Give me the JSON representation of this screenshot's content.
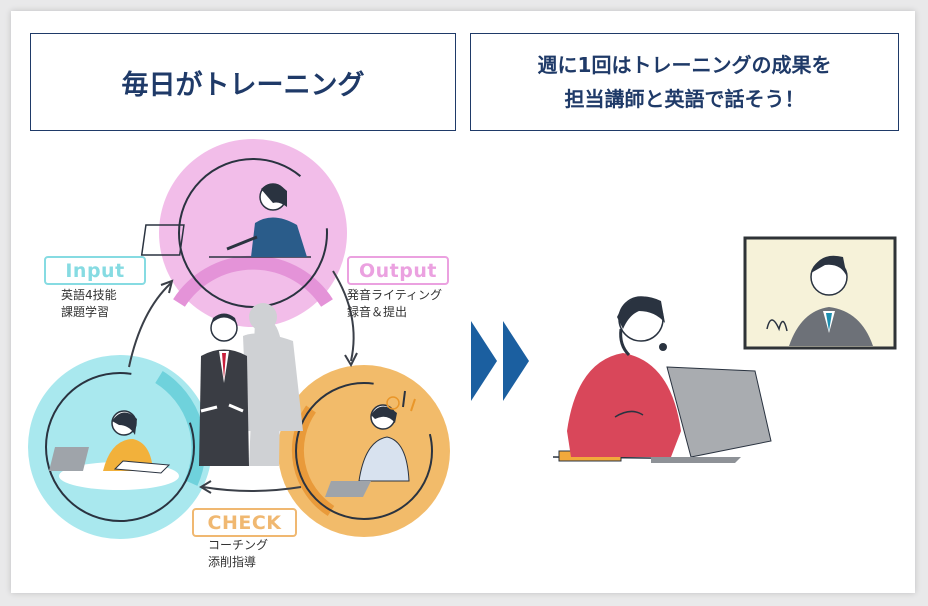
{
  "header": {
    "left_title": "毎日がトレーニング",
    "right_line1": "週に1回はトレーニングの成果を",
    "right_line2": "担当講師と英語で話そう！"
  },
  "cycle": {
    "input": {
      "label": "Input",
      "line1": "英語4技能",
      "line2": "課題学習",
      "color": "#86dbe2"
    },
    "output": {
      "label": "Output",
      "line1": "発音ライティング",
      "line2": "録音＆提出",
      "color": "#eba1e0"
    },
    "check": {
      "label": "CHECK",
      "line1": "コーチング",
      "line2": "添削指導",
      "color": "#f0b871"
    }
  },
  "colors": {
    "navy": "#1f3a68",
    "arrow_blue": "#1b5fa0"
  }
}
